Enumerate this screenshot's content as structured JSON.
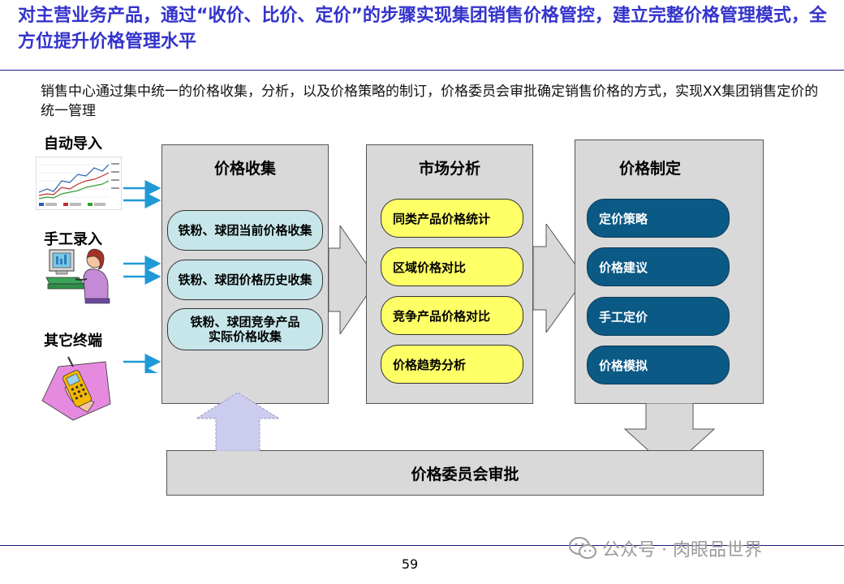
{
  "title": "对主营业务产品，通过“收价、比价、定价”的步骤实现集团销售价格管控，建立完整价格管理模式，全方位提升价格管理水平",
  "intro": "销售中心通过集中统一的价格收集，分析，以及价格策略的制订，价格委员会审批确定销售价格的方式，实现XX集团销售定价的统一管理",
  "sources": [
    {
      "label": "自动导入",
      "icon": "chart-thumbnail-icon"
    },
    {
      "label": "手工录入",
      "icon": "person-at-computer-icon"
    },
    {
      "label": "其它终端",
      "icon": "mobile-phone-icon"
    }
  ],
  "columns": [
    {
      "title": "价格收集",
      "items": [
        "铁粉、球团当前价格收集",
        "铁粉、球团价格历史收集",
        "铁粉、球团竞争产品\n实际价格收集"
      ]
    },
    {
      "title": "市场分析",
      "items": [
        "同类产品价格统计",
        "区域价格对比",
        "竞争产品价格对比",
        "价格趋势分析"
      ]
    },
    {
      "title": "价格制定",
      "items": [
        "定价策略",
        "价格建议",
        "手工定价",
        "价格模拟"
      ]
    }
  ],
  "approval": "价格委员会审批",
  "page_number": "59",
  "watermark": "公众号 · 肉眼品世界",
  "colors": {
    "title": "#3333cc",
    "box": "#d9d9d9",
    "cyan_pill": "#c6e6ea",
    "yellow_pill": "#ffff66",
    "navy_pill": "#0b5a86",
    "input_arrow": "#1f9ad6",
    "up_arrow": "#ccccee"
  }
}
